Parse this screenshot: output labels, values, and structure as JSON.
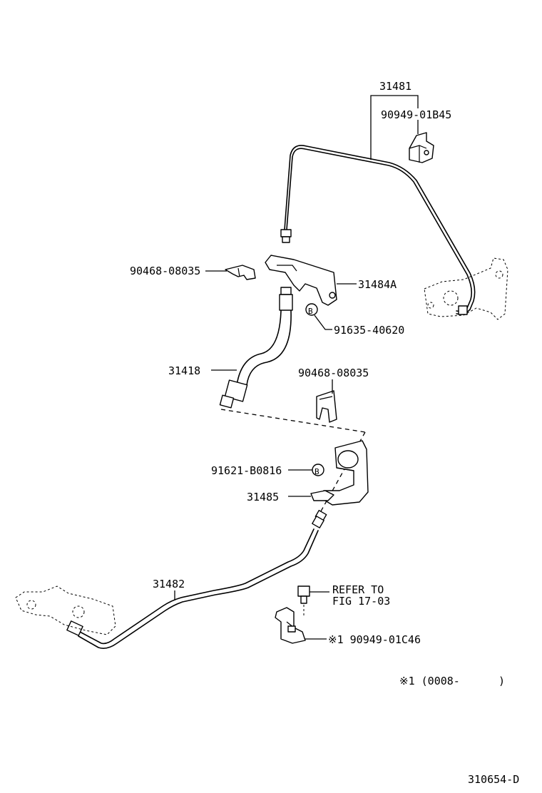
{
  "parts": {
    "p31481": "31481",
    "p9094901b45": "90949-01B45",
    "p9046808035_top": "90468-08035",
    "p31484a": "31484A",
    "bolt_b_top": "B",
    "p9163540620": "91635-40620",
    "p31418": "31418",
    "p9046808035_mid": "90468-08035",
    "p91621b0816": "91621-B0816",
    "bolt_b_mid": "B",
    "p31485": "31485",
    "p31482": "31482",
    "refer_line1": "REFER TO",
    "refer_line2": "FIG 17-03",
    "p9094901c46": "※1 90949-01C46"
  },
  "footnote": "※1 (0008-      )",
  "figure_id": "310654-D"
}
